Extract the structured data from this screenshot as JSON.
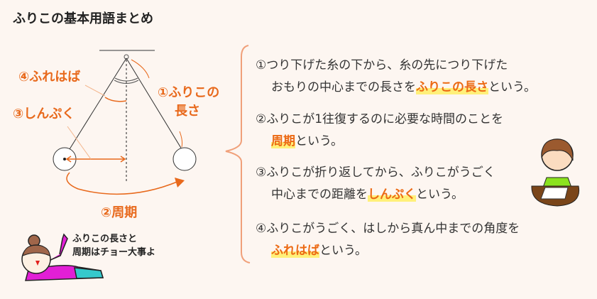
{
  "title": "ふりこの基本用語まとめ",
  "diagram": {
    "label_amplitude_angle": "④ふれはば",
    "label_amplitude": "③しんぷく",
    "label_length_1": "①ふりこの",
    "label_length_2": "長さ",
    "label_period": "②周期",
    "bubble_1": "ふりこの長さと",
    "bubble_2": "周期はチョー大事よ"
  },
  "definitions": [
    {
      "line1": "①つり下げた糸の下から、糸の先につり下げた",
      "pre": "おもりの中心までの長さを",
      "term": "ふりこの長さ",
      "post": "という。"
    },
    {
      "line1": "②ふりこが1往復するのに必要な時間のことを",
      "pre": "",
      "term": "周期",
      "post": "という。"
    },
    {
      "line1": "③ふりこが折り返してから、ふりこがうごく",
      "pre": "中心までの距離を",
      "term": "しんぷく",
      "post": "という。"
    },
    {
      "line1": "④ふりこがうごく、はしから真ん中までの角度を",
      "pre": "",
      "term": "ふれはば",
      "post": "という。"
    }
  ],
  "colors": {
    "accent": "#e8691c",
    "highlight": "#fff07a",
    "background": "#fdf6f1"
  }
}
